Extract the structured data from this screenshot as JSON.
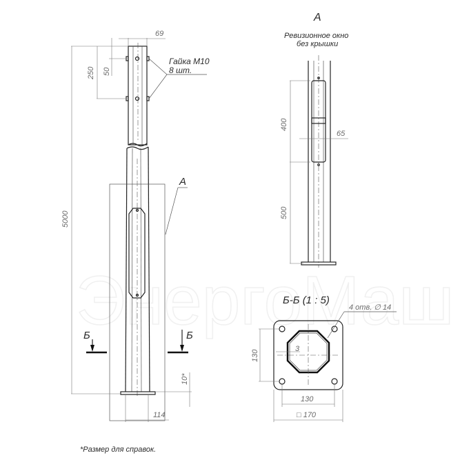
{
  "drawing": {
    "main_view": {
      "overall_height": "5000",
      "top_offset": "250",
      "bolt_spacing": "50",
      "top_width": "69",
      "nut_callout_line1": "Гайка М10",
      "nut_callout_line2": "8 шт.",
      "detail_ref": "А",
      "base_width": "114",
      "base_offset": "10*",
      "section_mark_left": "Б",
      "section_mark_right": "Б"
    },
    "detail_a": {
      "title": "А",
      "subtitle_line1": "Ревизионное окно",
      "subtitle_line2": "без крышки",
      "window_height": "400",
      "window_width": "65",
      "window_elevation": "500"
    },
    "section_bb": {
      "title": "Б-Б (1 : 5)",
      "holes_callout": "4 отв. ∅ 14",
      "hole_spacing_v": "130",
      "hole_spacing_h": "130",
      "plate_size": "□ 170",
      "wall_thickness": "3"
    },
    "footnote": "*Размер для справок.",
    "watermark": "ЭнергоМаш"
  }
}
